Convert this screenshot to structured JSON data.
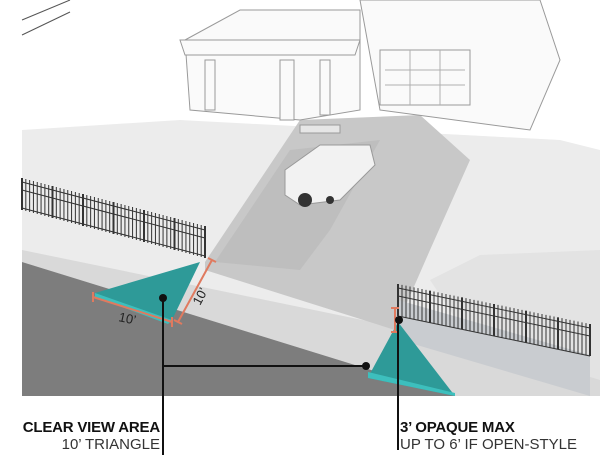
{
  "dimensions": {
    "left_width": "10’",
    "left_depth": "10’"
  },
  "callouts": {
    "clear_view": {
      "title": "CLEAR VIEW AREA",
      "subtitle": "10’ TRIANGLE"
    },
    "opaque": {
      "title": "3’ OPAQUE MAX",
      "subtitle": "UP TO 6’ IF OPEN-STYLE"
    }
  },
  "colors": {
    "clear_view": "#2e9a98",
    "dimension": "#e07a5f",
    "road": "#7d7d7d"
  }
}
